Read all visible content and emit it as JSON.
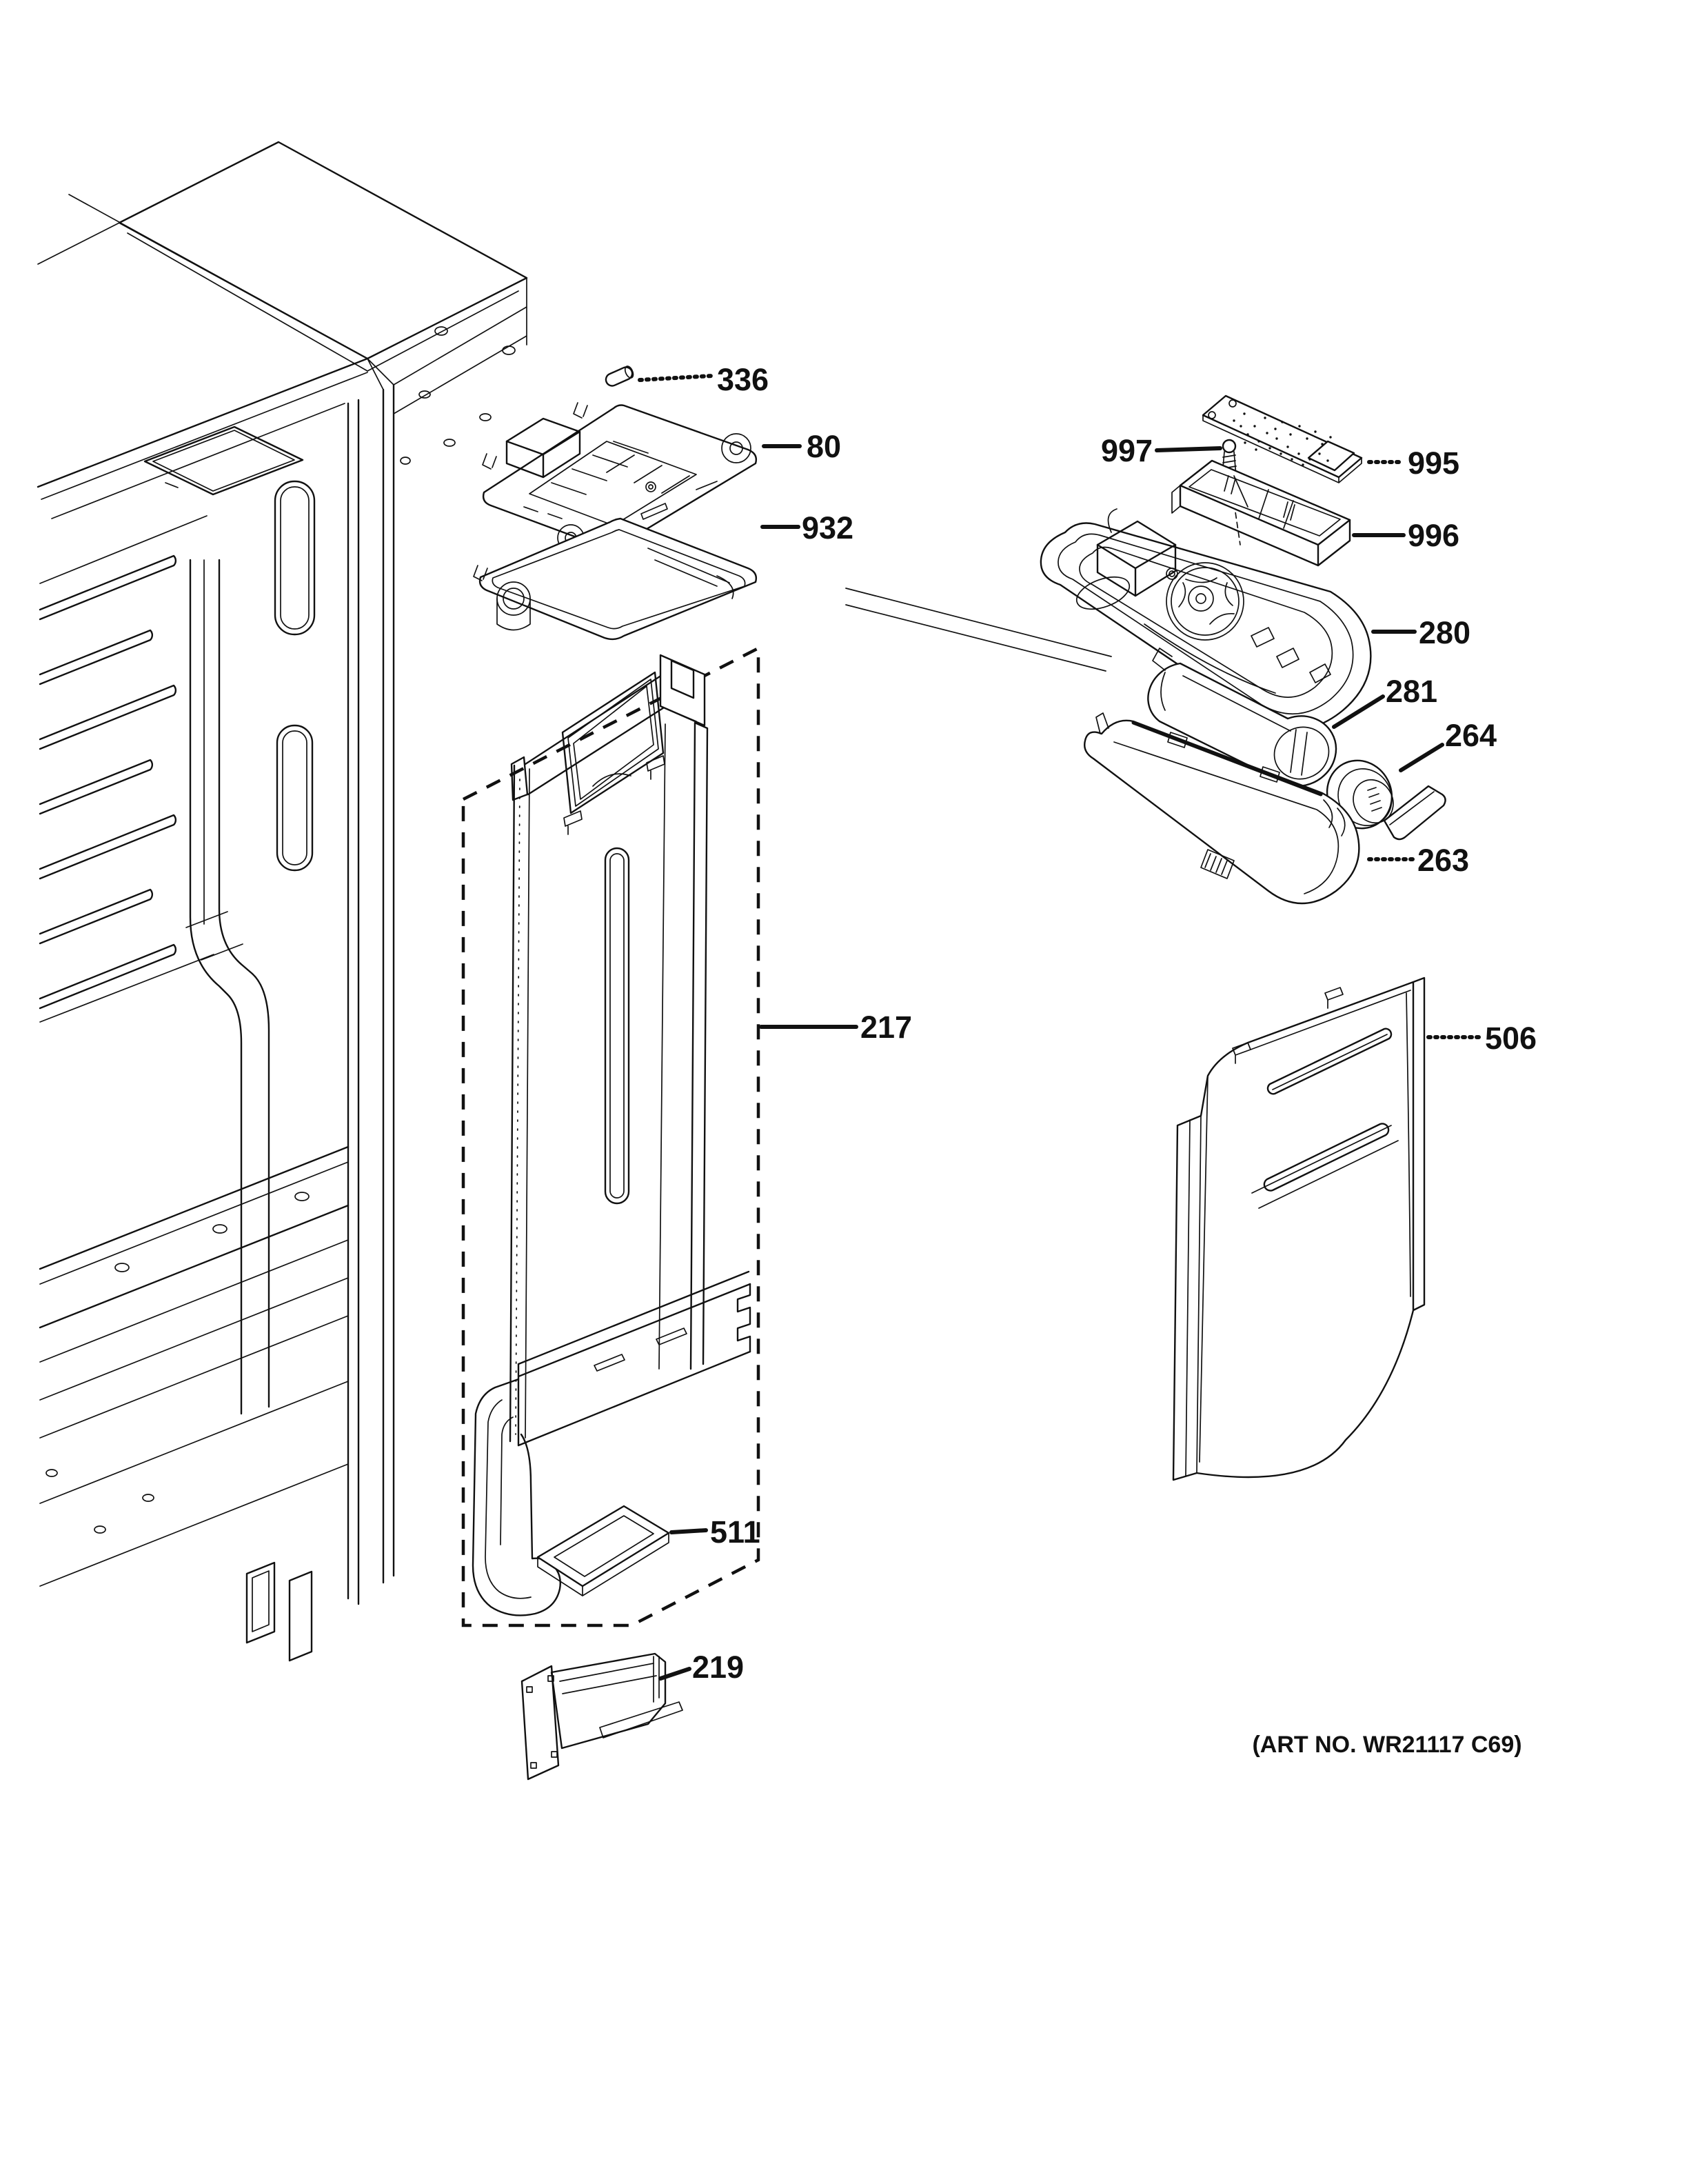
{
  "diagram": {
    "art_no": "(ART NO. WR21117 C69)",
    "background": "#ffffff",
    "line_color": "#111111",
    "callouts": [
      {
        "id": "336",
        "label": "336"
      },
      {
        "id": "80",
        "label": "80"
      },
      {
        "id": "932",
        "label": "932"
      },
      {
        "id": "217",
        "label": "217"
      },
      {
        "id": "511",
        "label": "511"
      },
      {
        "id": "219",
        "label": "219"
      },
      {
        "id": "997",
        "label": "997"
      },
      {
        "id": "995",
        "label": "995"
      },
      {
        "id": "996",
        "label": "996"
      },
      {
        "id": "280",
        "label": "280"
      },
      {
        "id": "281",
        "label": "281"
      },
      {
        "id": "264",
        "label": "264"
      },
      {
        "id": "263",
        "label": "263"
      },
      {
        "id": "506",
        "label": "506"
      }
    ]
  }
}
